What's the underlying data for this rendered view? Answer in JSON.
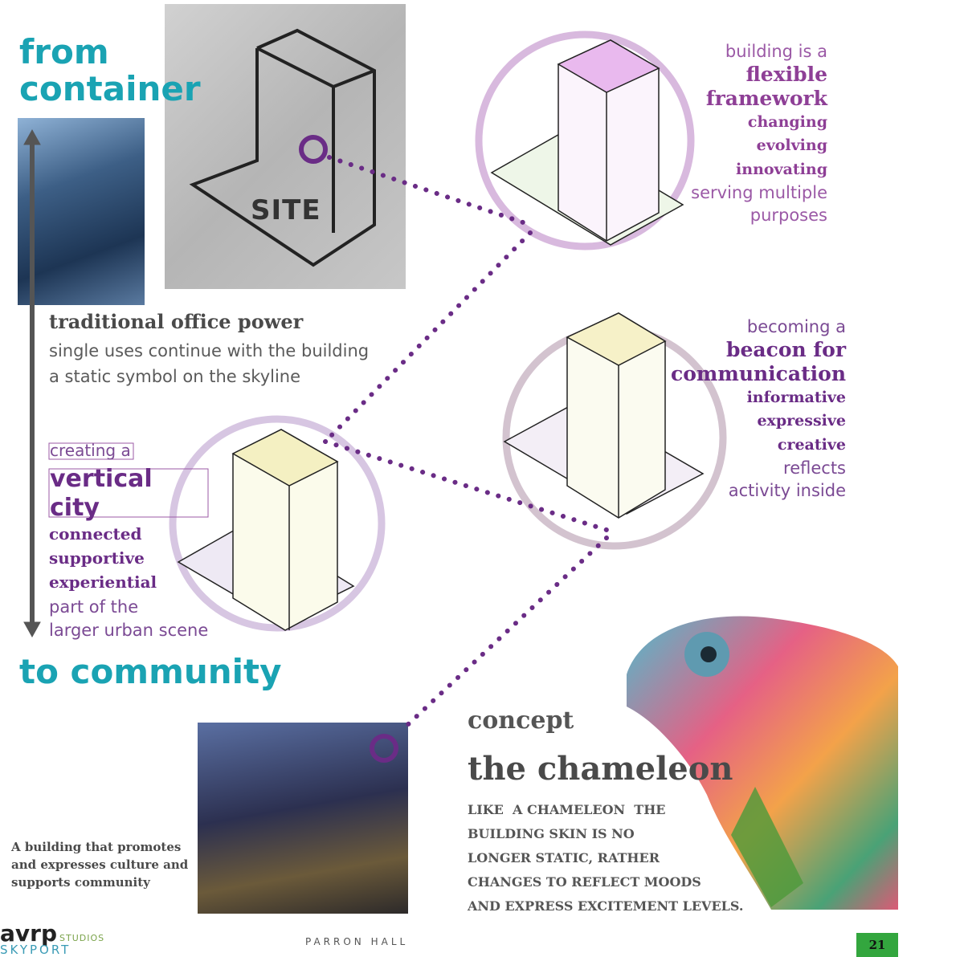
{
  "left_column": {
    "from_line1": "from",
    "from_line2": "container",
    "traditional_title": "traditional office power",
    "traditional_line1": "single uses continue with the building",
    "traditional_line2": "a static symbol on the skyline",
    "creating": "creating a",
    "vertical": "vertical",
    "city": "city",
    "connected": "connected",
    "supportive": "supportive",
    "experiential": "experiential",
    "part_of": "part of the",
    "larger": "larger urban scene",
    "to_community": "to community",
    "caption_line1": "A building that promotes",
    "caption_line2": "and expresses culture and",
    "caption_line3": "supports community"
  },
  "site_label": "SITE",
  "flexible": {
    "line1": "building is a",
    "line2": "flexible",
    "line3": "framework",
    "line4": "changing",
    "line5": "evolving",
    "line6": "innovating",
    "line7": "serving multiple",
    "line8": "purposes"
  },
  "beacon": {
    "line1": "becoming a",
    "line2": "beacon for",
    "line3": "communication",
    "line4": "informative",
    "line5": "expressive",
    "line6": "creative",
    "line7": "reflects",
    "line8": "activity inside"
  },
  "concept": {
    "label": "concept",
    "title": "the chameleon",
    "body1": "LIKE  A CHAMELEON  THE",
    "body2": "BUILDING SKIN IS NO",
    "body3": "LONGER STATIC, RATHER",
    "body4": "CHANGES TO REFLECT MOODS",
    "body5": "AND EXPRESS EXCITEMENT LEVELS."
  },
  "footer": {
    "logo_main": "avrp",
    "logo_studios": "STUDIOS",
    "logo_sub": "SKYPORT",
    "center": "PARRON HALL",
    "page_number": "21"
  },
  "colors": {
    "teal": "#1aa3b3",
    "purple": "#6a2c86",
    "light_purple": "#c9a6d0",
    "page_box": "#33a63e"
  }
}
